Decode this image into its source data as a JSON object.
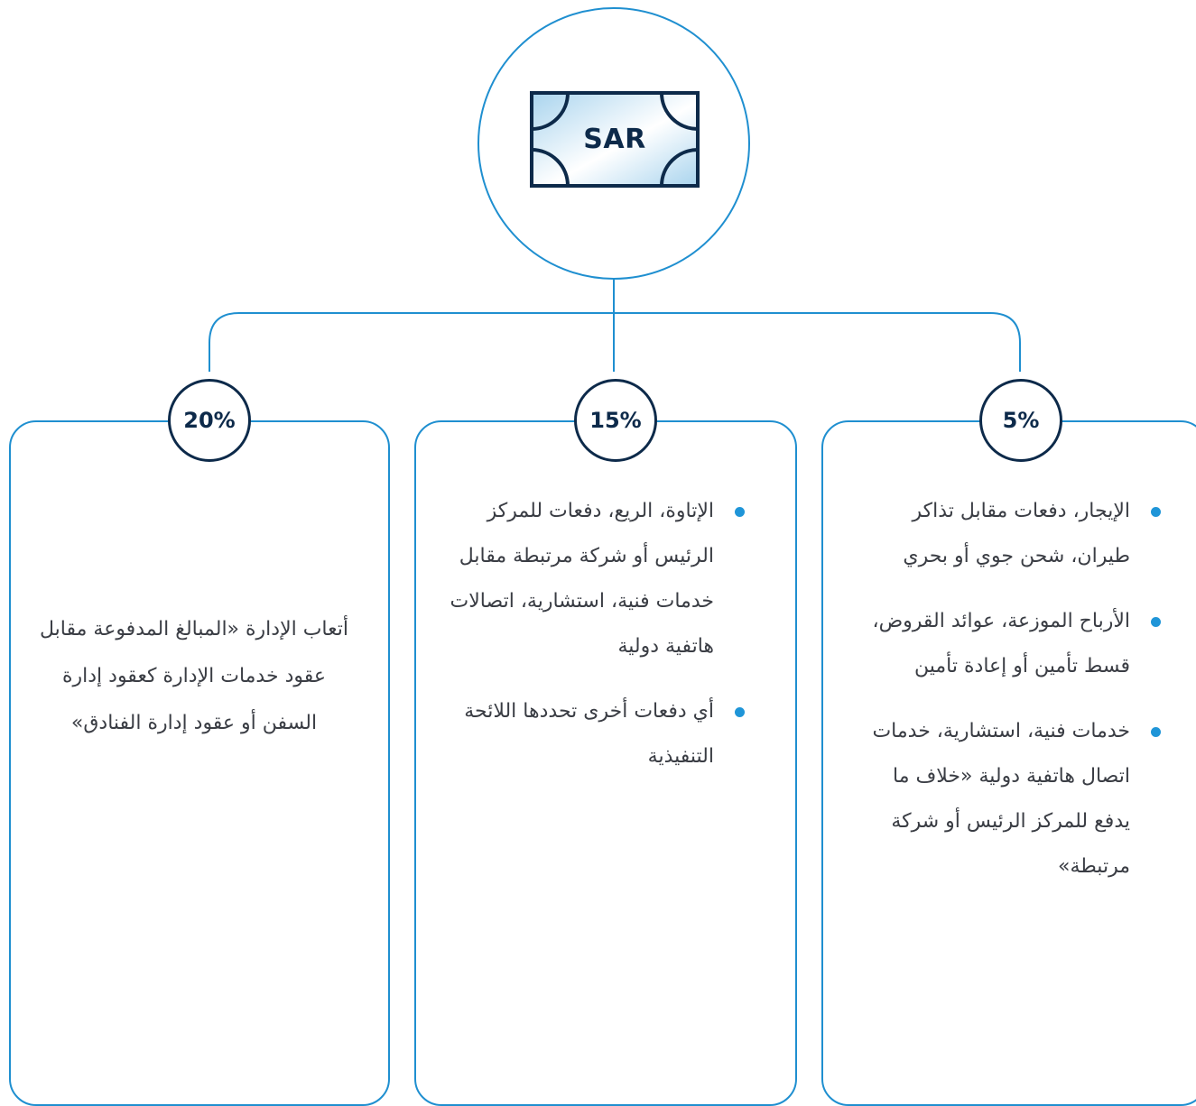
{
  "header": {
    "currency_label": "SAR"
  },
  "columns": [
    {
      "rate": "5%",
      "items": [
        "الإيجار، دفعات مقابل تذاكر طيران، شحن جوي أو بحري",
        "الأرباح الموزعة، عوائد القروض، قسط تأمين أو إعادة تأمين",
        "خدمات فنية، استشارية، خدمات اتصال هاتفية دولية «خلاف ما يدفع للمركز الرئيس أو شركة مرتبطة»"
      ]
    },
    {
      "rate": "15%",
      "items": [
        "الإتاوة، الريع، دفعات للمركز الرئيس أو شركة مرتبطة مقابل خدمات فنية، استشارية، اتصالات هاتفية دولية",
        "أي دفعات أخرى تحددها اللائحة التنفيذية"
      ]
    },
    {
      "rate": "20%",
      "text": "أتعاب الإدارة «المبالغ المدفوعة مقابل عقود خدمات الإدارة كعقود إدارة السفن أو عقود إدارة الفنادق»"
    }
  ],
  "colors": {
    "accent": "#1f8fd0",
    "dark": "#0d2a4a",
    "bullet": "#1f95d8"
  }
}
